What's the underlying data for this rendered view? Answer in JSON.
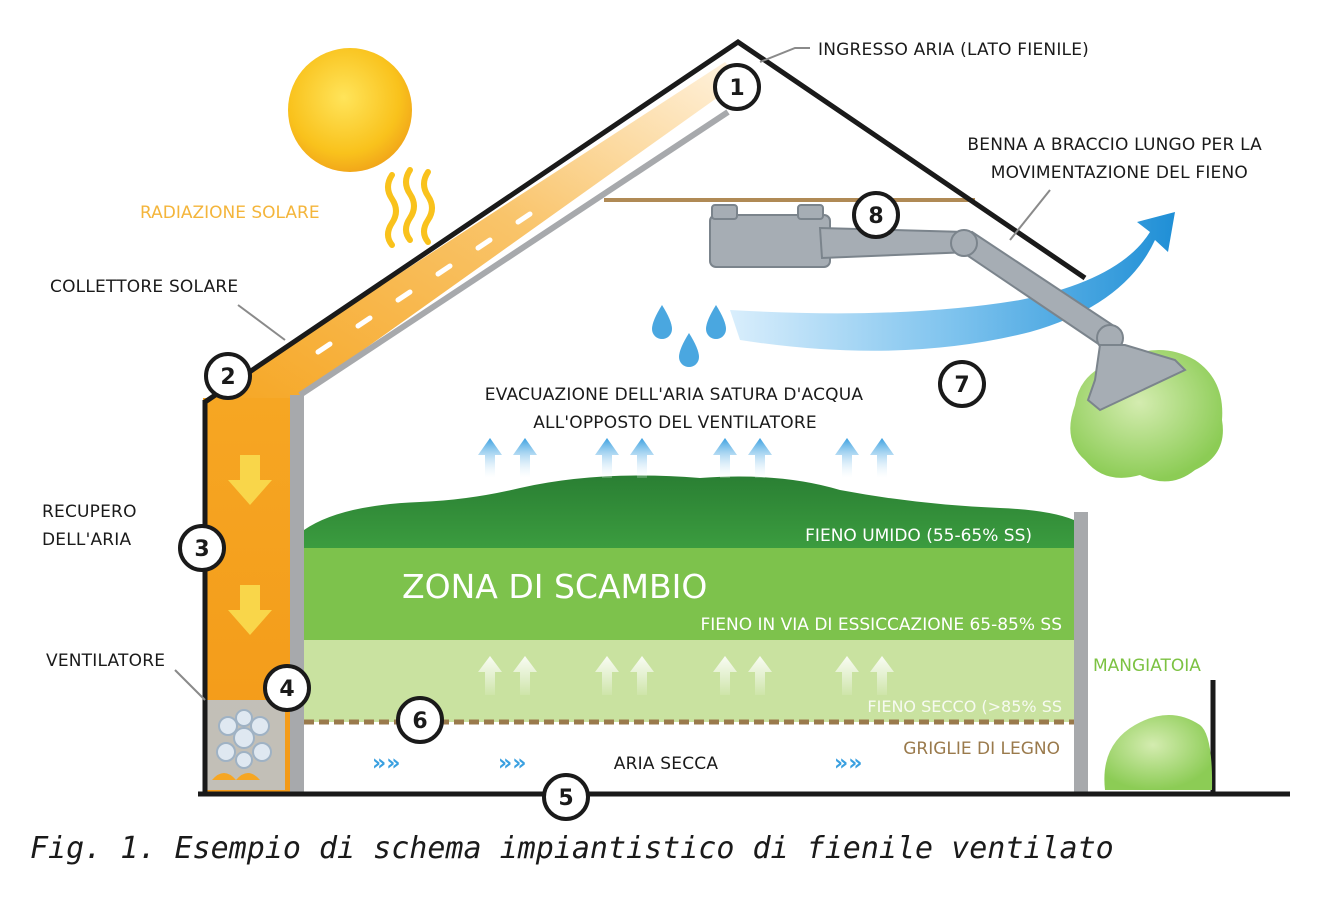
{
  "labels": {
    "air_inlet": "INGRESSO ARIA (LATO FIENILE)",
    "grab_line1": "BENNA A BRACCIO LUNGO PER LA",
    "grab_line2": "MOVIMENTAZIONE DEL FIENO",
    "solar_radiation": "RADIAZIONE SOLARE",
    "solar_collector": "COLLETTORE SOLARE",
    "air_recovery_line1": "RECUPERO",
    "air_recovery_line2": "DELL'ARIA",
    "fan": "VENTILATORE",
    "exhaust_line1": "EVACUAZIONE DELL'ARIA SATURA D'ACQUA",
    "exhaust_line2": "ALL'OPPOSTO DEL VENTILATORE",
    "wet_hay": "FIENO UMIDO (55-65% SS)",
    "exchange_zone": "ZONA DI SCAMBIO",
    "drying_hay": "FIENO IN VIA DI ESSICCAZIONE 65-85% SS",
    "dry_hay": "FIENO SECCO (>85% SS",
    "feeder": "MANGIATOIA",
    "wood_grates": "GRIGLIE DI LEGNO",
    "dry_air": "ARIA SECCA",
    "chevrons": "»»"
  },
  "numbers": [
    "1",
    "2",
    "3",
    "4",
    "5",
    "6",
    "7",
    "8"
  ],
  "caption": "Fig. 1. Esempio di schema impiantistico di fienile ventilato",
  "colors": {
    "sun": "#f9c21c",
    "collector": "#f6a623",
    "wet_hay": "#2f8f3a",
    "drying_hay": "#79c14a",
    "dry_hay": "#c4df95",
    "air_flow": "#3aa0e0",
    "structure": "#1a1a1a",
    "wood": "#9a7a4c"
  }
}
